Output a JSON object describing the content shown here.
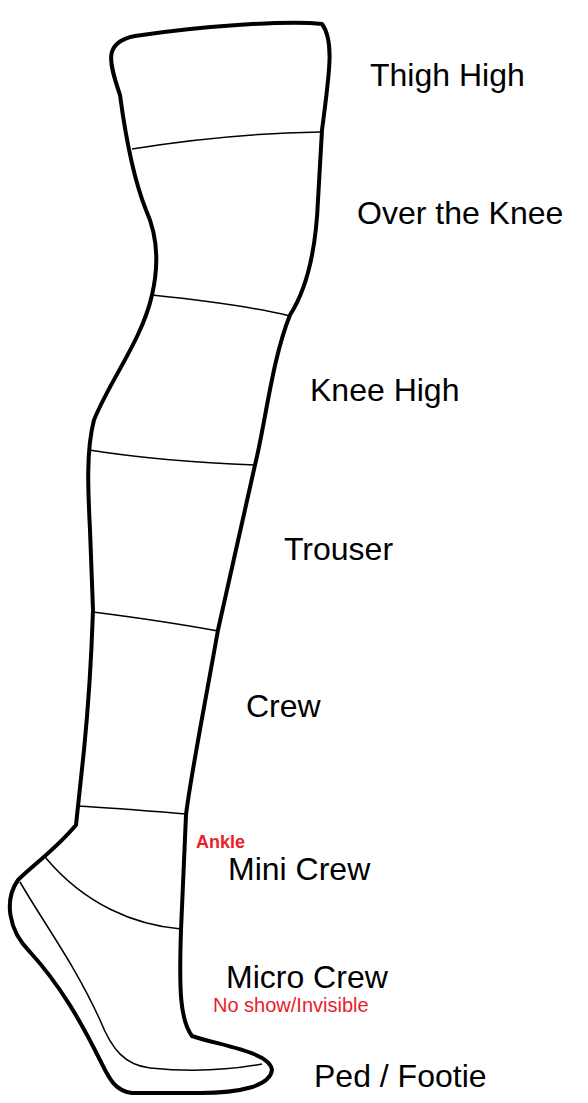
{
  "diagram": {
    "labels": [
      "Thigh High",
      "Over the Knee",
      "Knee High",
      "Trouser",
      "Crew",
      "Ankle",
      "Mini Crew",
      "Micro Crew",
      "No show/Invisible",
      "Ped / Footie"
    ]
  }
}
